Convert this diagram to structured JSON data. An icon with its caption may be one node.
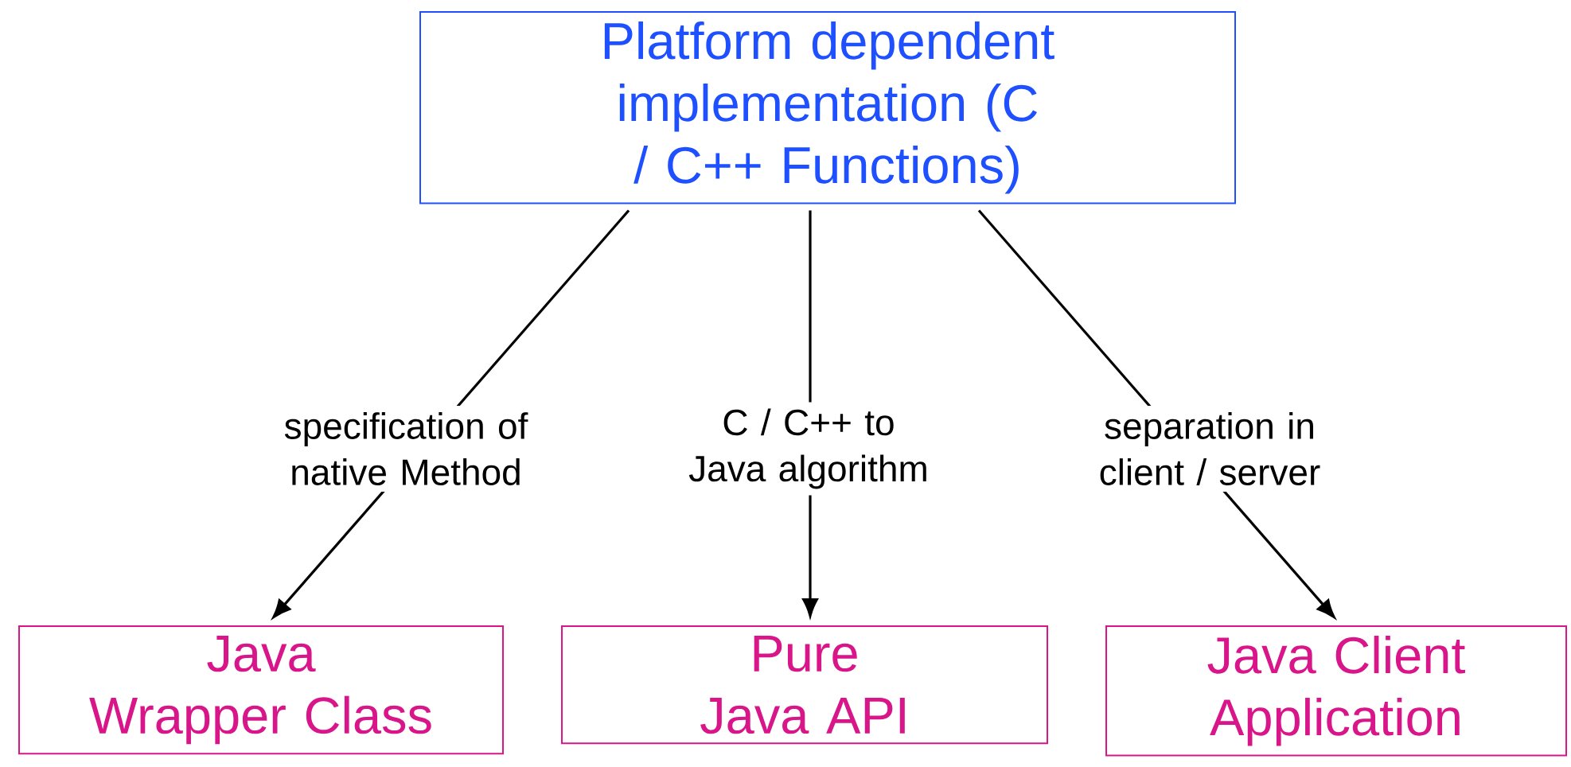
{
  "diagram": {
    "nodes": [
      {
        "text": [
          "Platform dependent implementation (C / C++ Functions)"
        ]
      },
      {
        "text": [
          "Java Wrapper Class"
        ]
      },
      {
        "text": [
          "Pure Java API"
        ]
      },
      {
        "text": [
          "Java Client Application"
        ]
      }
    ],
    "edges": [
      {
        "from": 0,
        "to": 1,
        "arrow": "to",
        "label": "specification of native Method"
      },
      {
        "from": 0,
        "to": 2,
        "arrow": "to",
        "label": "C / C++ to Java algorithm"
      },
      {
        "from": 0,
        "to": 3,
        "arrow": "to",
        "label": "separation in client / server"
      }
    ]
  }
}
